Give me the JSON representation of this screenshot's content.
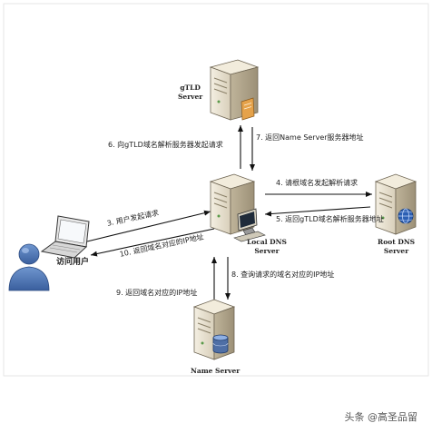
{
  "nodes": {
    "gtld": {
      "line1": "gTLD",
      "line2": "Server"
    },
    "local_dns": {
      "line1": "Local DNS",
      "line2": "Server"
    },
    "root_dns": {
      "line1": "Root DNS",
      "line2": "Server"
    },
    "name_server": {
      "line1": "Name Server"
    },
    "user": {
      "label": "访问用户"
    }
  },
  "steps": {
    "s3": "3. 用户发起请求",
    "s4": "4. 请根域名发起解析请求",
    "s5": "5. 返回gTLD域名解析服务器地址",
    "s6": "6. 向gTLD域名解析服务器发起请求",
    "s7": "7. 返回Name Server服务器地址",
    "s8": "8. 查询请求的域名对应的IP地址",
    "s9": "9. 返回域名对应的IP地址",
    "s10": "10. 返回域名对应的IP地址"
  },
  "watermark": "头条 @高圣品留"
}
